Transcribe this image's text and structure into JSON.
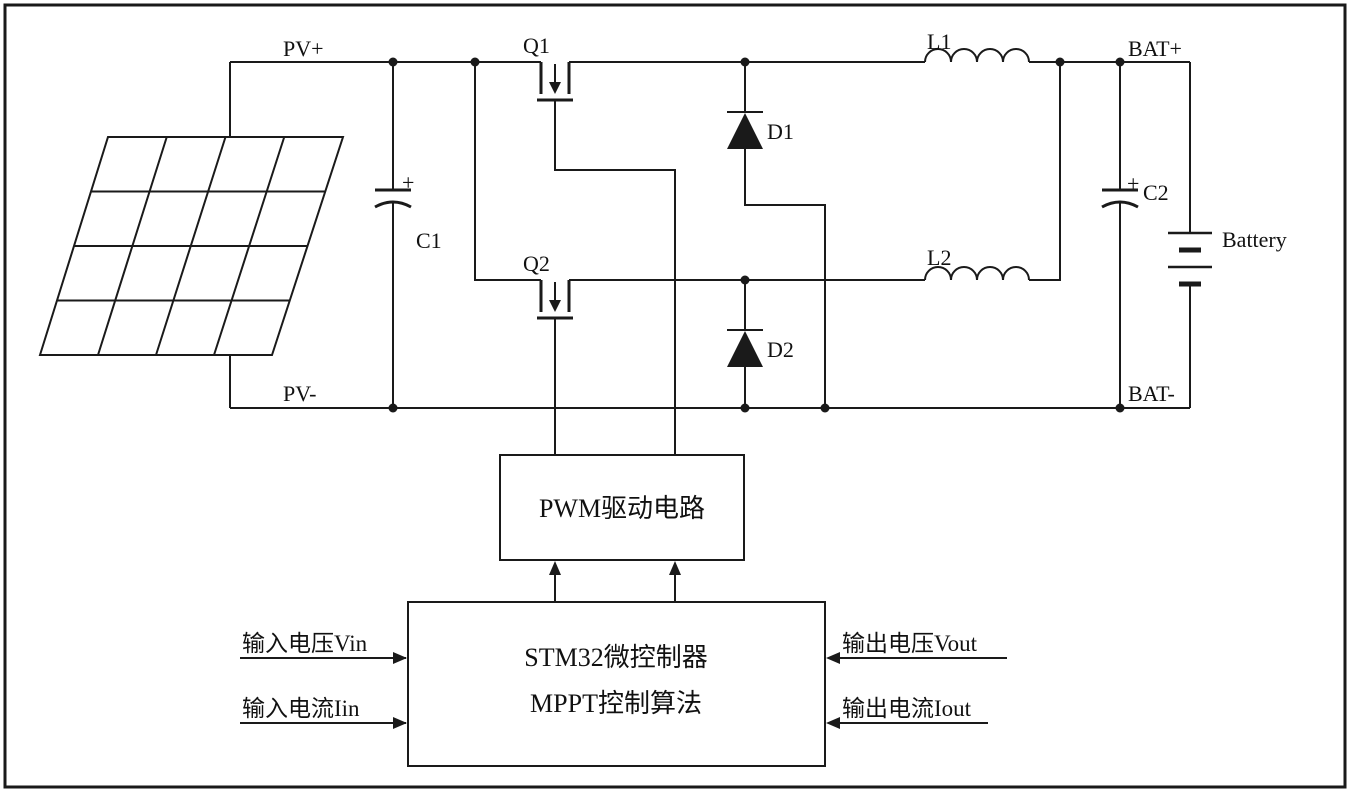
{
  "net_labels": {
    "pv_plus": "PV+",
    "pv_minus": "PV-",
    "bat_plus": "BAT+",
    "bat_minus": "BAT-"
  },
  "components": {
    "q1": "Q1",
    "q2": "Q2",
    "d1": "D1",
    "d2": "D2",
    "l1": "L1",
    "l2": "L2",
    "c1": "C1",
    "c2": "C2",
    "c1_polarity": "+",
    "c2_polarity": "+",
    "battery": "Battery"
  },
  "blocks": {
    "pwm_driver": "PWM驱动电路",
    "mcu_line1": "STM32微控制器",
    "mcu_line2": "MPPT控制算法"
  },
  "signals": {
    "input_voltage": "输入电压Vin",
    "input_current": "输入电流Iin",
    "output_voltage": "输出电压Vout",
    "output_current": "输出电流Iout"
  },
  "colors": {
    "line": "#1a1a1a",
    "background": "#ffffff"
  }
}
